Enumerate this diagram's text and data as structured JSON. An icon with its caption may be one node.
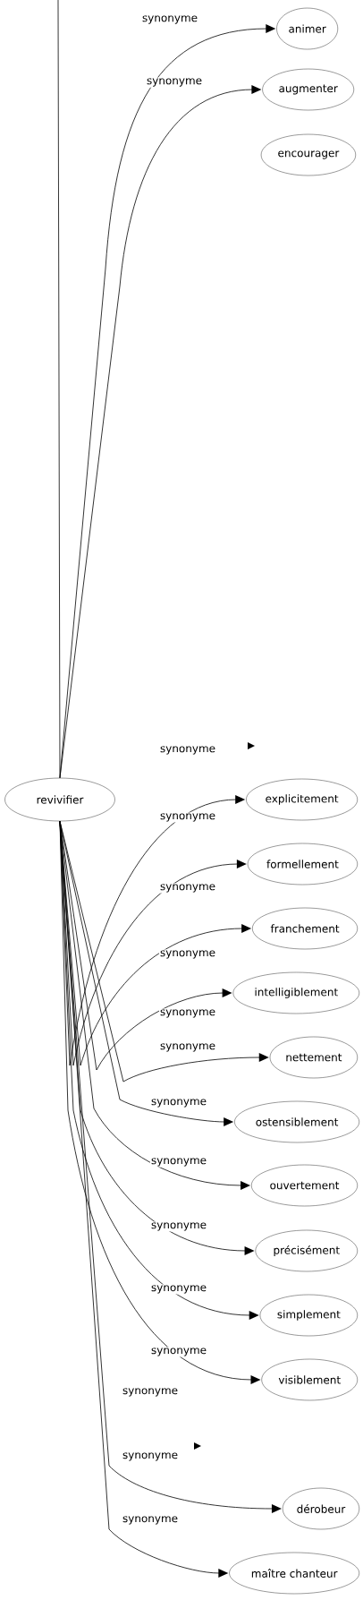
{
  "diagram": {
    "nodes": [
      {
        "text": [
          "revivifier"
        ]
      },
      {
        "text": [
          "animer"
        ]
      },
      {
        "text": [
          "augmenter"
        ]
      },
      {
        "text": [
          "encourager"
        ]
      },
      {
        "text": [
          "explicitement"
        ]
      },
      {
        "text": [
          "formellement"
        ]
      },
      {
        "text": [
          "franchement"
        ]
      },
      {
        "text": [
          "intelligiblement"
        ]
      },
      {
        "text": [
          "nettement"
        ]
      },
      {
        "text": [
          "ostensiblement"
        ]
      },
      {
        "text": [
          "ouvertement"
        ]
      },
      {
        "text": [
          "précisément"
        ]
      },
      {
        "text": [
          "simplement"
        ]
      },
      {
        "text": [
          "visiblement"
        ]
      },
      {
        "text": [
          "dérobeur"
        ]
      },
      {
        "text": [
          "maître chanteur"
        ]
      }
    ],
    "edges": [
      {
        "from": null,
        "to": 0,
        "arrow": "none"
      },
      {
        "from": 0,
        "to": 1,
        "arrow": "to",
        "label": "synonyme"
      },
      {
        "from": 0,
        "to": 2,
        "arrow": "to",
        "label": "synonyme"
      },
      {
        "from": 0,
        "to": 4,
        "arrow": "to",
        "label": "synonyme"
      },
      {
        "from": 0,
        "to": 5,
        "arrow": "to",
        "label": "synonyme"
      },
      {
        "from": 0,
        "to": 6,
        "arrow": "to",
        "label": "synonyme"
      },
      {
        "from": 0,
        "to": 7,
        "arrow": "to",
        "label": "synonyme"
      },
      {
        "from": 0,
        "to": 8,
        "arrow": "to",
        "label": "synonyme"
      },
      {
        "from": 0,
        "to": 9,
        "arrow": "to",
        "label": "synonyme"
      },
      {
        "from": 0,
        "to": 10,
        "arrow": "to",
        "label": "synonyme"
      },
      {
        "from": 0,
        "to": 11,
        "arrow": "to",
        "label": "synonyme"
      },
      {
        "from": 0,
        "to": 12,
        "arrow": "to",
        "label": "synonyme"
      },
      {
        "from": 0,
        "to": 13,
        "arrow": "to",
        "label": "synonyme"
      },
      {
        "from": 0,
        "to": 14,
        "arrow": "to",
        "label": "synonyme"
      },
      {
        "from": 0,
        "to": 15,
        "arrow": "to",
        "label": "synonyme"
      }
    ],
    "labels": [
      "synonyme",
      "synonyme"
    ]
  }
}
